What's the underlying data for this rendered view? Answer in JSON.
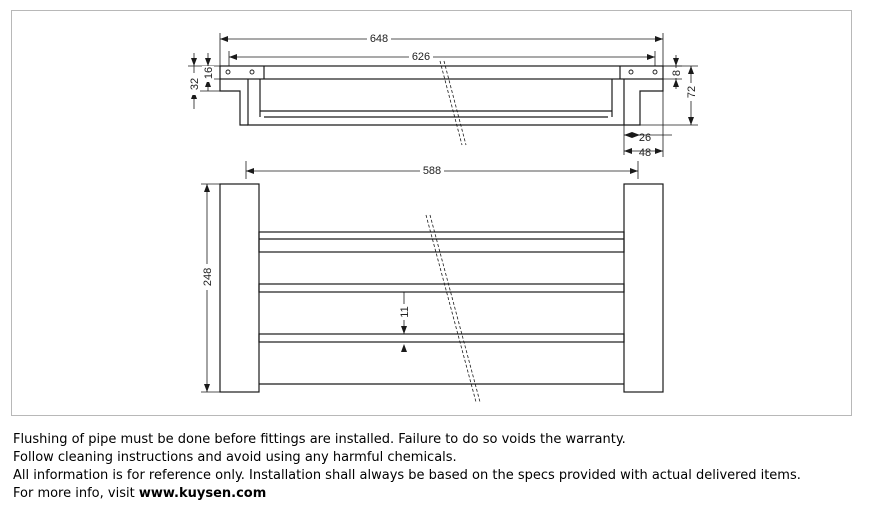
{
  "dimensions": {
    "overall_width": "648",
    "inner_width": "626",
    "bracket_span": "588",
    "top_height": "16",
    "bracket_height": "32",
    "right_small": "8",
    "total_height": "72",
    "bracket_depth": "26",
    "mount_depth": "48",
    "plan_depth": "248",
    "bar_gap": "11"
  },
  "notes": {
    "line1": "Flushing of pipe must be done before fittings are installed. Failure to do so voids the warranty.",
    "line2": "Follow cleaning instructions and avoid using any harmful chemicals.",
    "line3": "All information is for reference only. Installation shall always be based on the specs provided with actual delivered items.",
    "line4_prefix": "For more info, visit ",
    "line4_link": "www.kuysen.com"
  },
  "colors": {
    "line": "#1a1a1a",
    "frame": "#b8b8b8"
  }
}
